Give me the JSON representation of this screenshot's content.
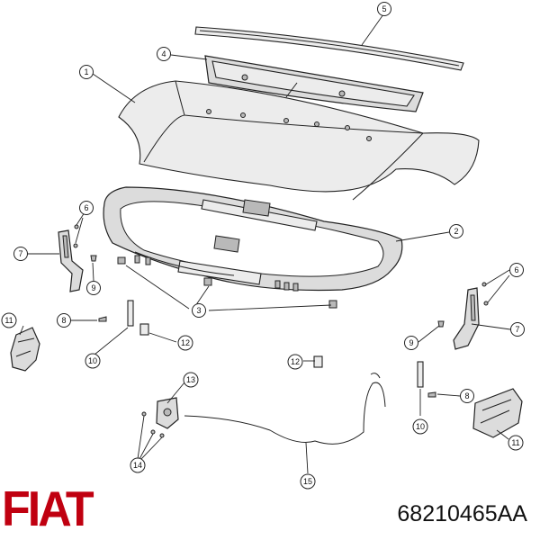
{
  "callouts": {
    "c1": "1",
    "c2": "2",
    "c3": "3",
    "c4": "4",
    "c5": "5",
    "c6a": "6",
    "c6b": "6",
    "c7a": "7",
    "c7b": "7",
    "c8a": "8",
    "c8b": "8",
    "c9a": "9",
    "c9b": "9",
    "c10a": "10",
    "c10b": "10",
    "c11a": "11",
    "c11b": "11",
    "c12a": "12",
    "c12b": "12",
    "c13": "13",
    "c14": "14",
    "c15": "15"
  },
  "brand": {
    "logo_text": "FIAT",
    "color": "#c00010"
  },
  "part_number": "68210465AA"
}
